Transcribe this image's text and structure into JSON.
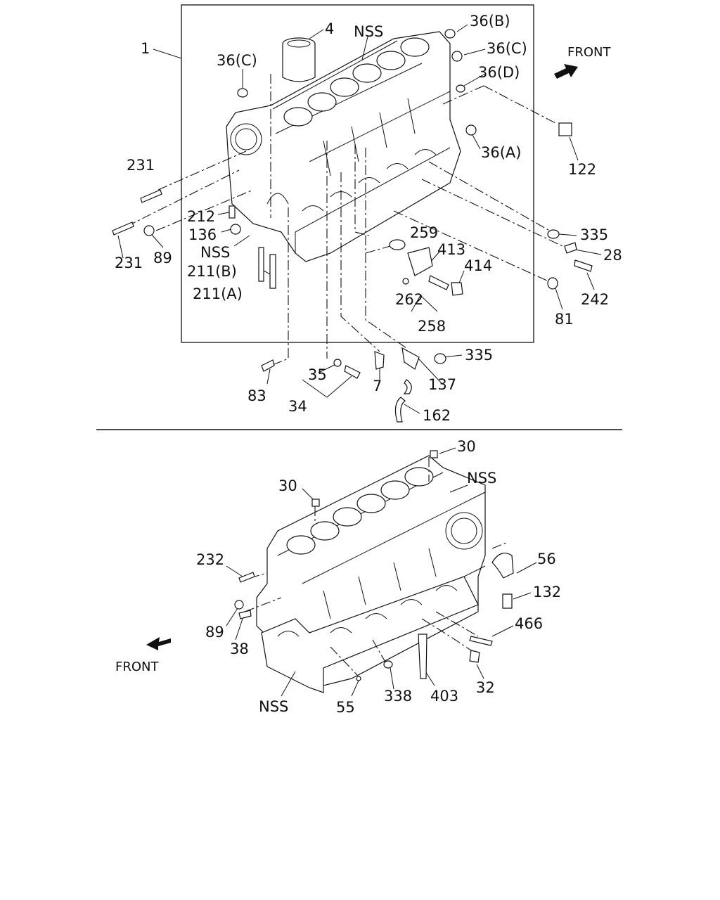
{
  "top_view": {
    "callouts": [
      {
        "id": "c1",
        "text": "1"
      },
      {
        "id": "c4",
        "text": "4"
      },
      {
        "id": "cnss1",
        "text": "NSS"
      },
      {
        "id": "c36b",
        "text": "36(B)"
      },
      {
        "id": "c36c_r",
        "text": "36(C)"
      },
      {
        "id": "c36c_l",
        "text": "36(C)"
      },
      {
        "id": "c36d",
        "text": "36(D)"
      },
      {
        "id": "c36a",
        "text": "36(A)"
      },
      {
        "id": "c122",
        "text": "122"
      },
      {
        "id": "c231a",
        "text": "231"
      },
      {
        "id": "c231b",
        "text": "231"
      },
      {
        "id": "c89",
        "text": "89"
      },
      {
        "id": "c212",
        "text": "212"
      },
      {
        "id": "c136",
        "text": "136"
      },
      {
        "id": "cnss2",
        "text": "NSS"
      },
      {
        "id": "c211b",
        "text": "211(B)"
      },
      {
        "id": "c211a",
        "text": "211(A)"
      },
      {
        "id": "c259",
        "text": "259"
      },
      {
        "id": "c413",
        "text": "413"
      },
      {
        "id": "c414",
        "text": "414"
      },
      {
        "id": "c262",
        "text": "262"
      },
      {
        "id": "c258",
        "text": "258"
      },
      {
        "id": "c335a",
        "text": "335"
      },
      {
        "id": "c28",
        "text": "28"
      },
      {
        "id": "c242",
        "text": "242"
      },
      {
        "id": "c81",
        "text": "81"
      },
      {
        "id": "c335b",
        "text": "335"
      },
      {
        "id": "c83",
        "text": "83"
      },
      {
        "id": "c35",
        "text": "35"
      },
      {
        "id": "c34",
        "text": "34"
      },
      {
        "id": "c7",
        "text": "7"
      },
      {
        "id": "c137",
        "text": "137"
      },
      {
        "id": "c162",
        "text": "162"
      }
    ],
    "front_label": "FRONT"
  },
  "bottom_view": {
    "callouts": [
      {
        "id": "d30a",
        "text": "30"
      },
      {
        "id": "d30b",
        "text": "30"
      },
      {
        "id": "dnss1",
        "text": "NSS"
      },
      {
        "id": "d232",
        "text": "232"
      },
      {
        "id": "d56",
        "text": "56"
      },
      {
        "id": "d132",
        "text": "132"
      },
      {
        "id": "d89",
        "text": "89"
      },
      {
        "id": "d38",
        "text": "38"
      },
      {
        "id": "d466",
        "text": "466"
      },
      {
        "id": "dnss2",
        "text": "NSS"
      },
      {
        "id": "d55",
        "text": "55"
      },
      {
        "id": "d338",
        "text": "338"
      },
      {
        "id": "d403",
        "text": "403"
      },
      {
        "id": "d32",
        "text": "32"
      }
    ],
    "front_label": "FRONT"
  },
  "colors": {
    "ink": "#111111",
    "paper": "#ffffff"
  }
}
